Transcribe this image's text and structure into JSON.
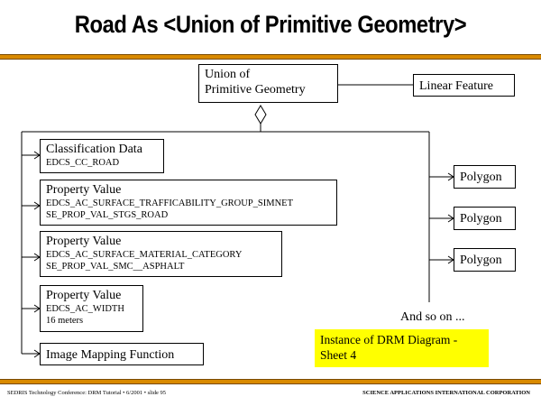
{
  "title": "Road As <Union of Primitive Geometry>",
  "union": {
    "line1": "Union of",
    "line2": "Primitive Geometry"
  },
  "linear_feature": "Linear Feature",
  "classification": {
    "title": "Classification Data",
    "code": "EDCS_CC_ROAD"
  },
  "property_values": [
    {
      "title": "Property Value",
      "line1": "EDCS_AC_SURFACE_TRAFFICABILITY_GROUP_SIMNET",
      "line2": "SE_PROP_VAL_STGS_ROAD"
    },
    {
      "title": "Property Value",
      "line1": "EDCS_AC_SURFACE_MATERIAL_CATEGORY",
      "line2": "SE_PROP_VAL_SMC__ASPHALT"
    },
    {
      "title": "Property Value",
      "line1": "EDCS_AC_WIDTH",
      "line2": "16 meters"
    }
  ],
  "image_mapping": "Image Mapping Function",
  "polygons": [
    "Polygon",
    "Polygon",
    "Polygon"
  ],
  "and_so_on": "And so on ...",
  "note": "Instance of DRM Diagram - Sheet 4",
  "footer": {
    "left": "SEDRIS Technology Conference: DRM Tutorial • 6/2001 • slide 95",
    "right": "SCIENCE APPLICATIONS INTERNATIONAL CORPORATION"
  },
  "colors": {
    "accent_bar": "#d98a00",
    "note_bg": "#ffff00"
  }
}
